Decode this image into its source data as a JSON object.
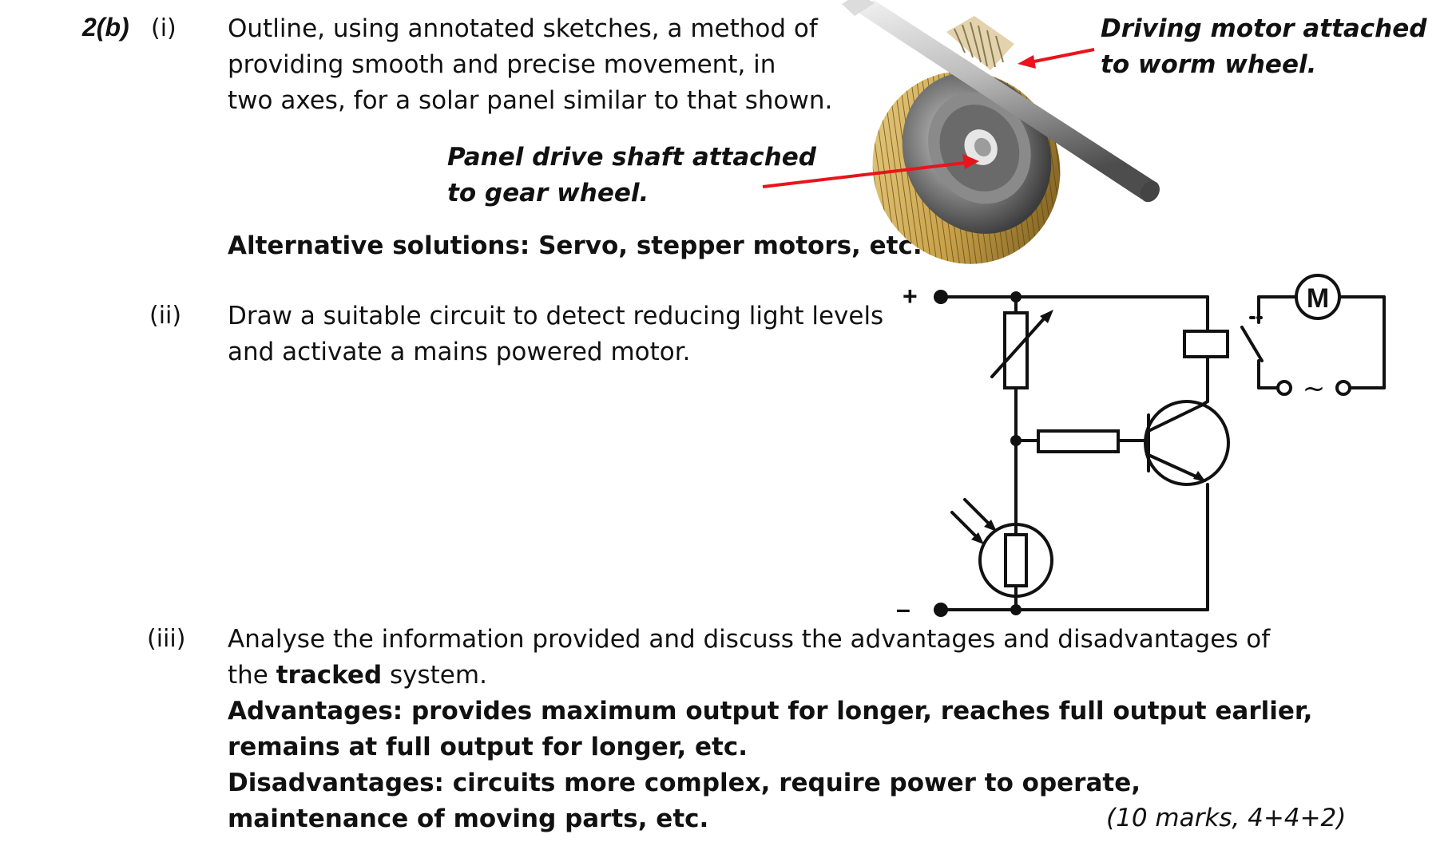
{
  "question": {
    "number": "2(b)",
    "part_i": {
      "label": "(i)",
      "lines": [
        "Outline, using annotated sketches, a method of",
        "providing smooth and precise movement, in",
        "two axes, for a solar panel similar to that shown."
      ],
      "answer": "Alternative solutions: Servo, stepper motors, etc."
    },
    "part_ii": {
      "label": "(ii)",
      "lines": [
        "Draw a suitable circuit to detect reducing light levels",
        "and activate a mains powered motor."
      ]
    },
    "part_iii": {
      "label": "(iii)",
      "line1": "Analyse the information provided and discuss the advantages and disadvantages of",
      "line2_pre": "the ",
      "line2_bold": "tracked",
      "line2_post": " system.",
      "advantages": [
        "Advantages: provides maximum output for longer, reaches full output earlier,",
        "remains at full output for longer, etc."
      ],
      "disadvantages": [
        "Disadvantages: circuits more complex, require power to operate,",
        "maintenance of moving parts, etc."
      ]
    },
    "marks": "(10 marks, 4+4+2)"
  },
  "gear_figure": {
    "motor_callout": [
      "Driving motor attached",
      "to worm wheel."
    ],
    "shaft_callout": [
      "Panel drive shaft attached",
      "to gear wheel."
    ],
    "arrow_color": "#e8141c",
    "gear_color": "#c9a24a",
    "hub_color": "#7a7a7a"
  },
  "circuit": {
    "plus_label": "+",
    "minus_label": "–",
    "motor_label": "M",
    "ac_label": "~"
  }
}
